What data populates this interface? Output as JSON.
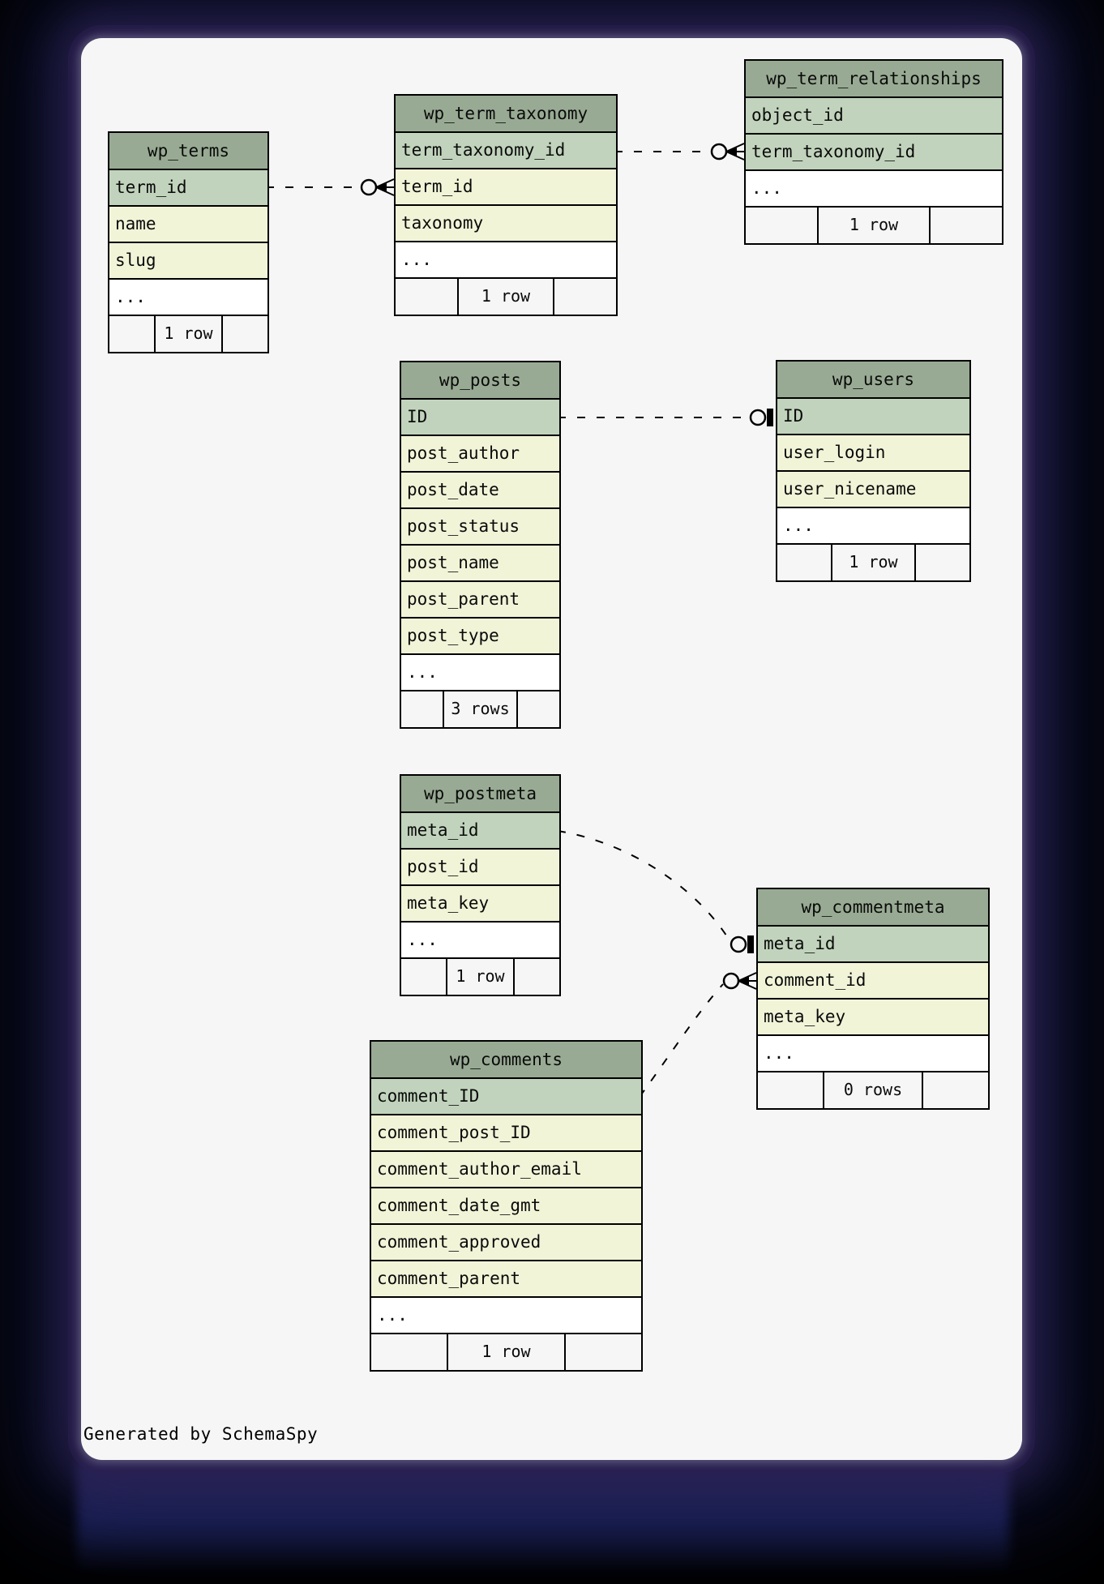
{
  "page": {
    "credit": "Generated by SchemaSpy"
  },
  "colors": {
    "page_background": "#000000",
    "glow_purple": "#2b2150",
    "glow_blue": "#1d2566",
    "card_background": "#f6f6f6",
    "table_border": "#000000",
    "header_fill": "#98aa93",
    "key_column_fill": "#c1d3bc",
    "column_fill": "#f2f4d8",
    "ellipsis_row_fill": "#ffffff",
    "footer_fill": "#f6f6f6",
    "text": "#0a0a0a",
    "line": "#000000"
  },
  "tables": [
    {
      "id": "wp_terms",
      "title": "wp_terms",
      "row_count": "1 row",
      "columns": [
        {
          "name": "term_id",
          "kind": "key"
        },
        {
          "name": "name",
          "kind": "col"
        },
        {
          "name": "slug",
          "kind": "col"
        },
        {
          "name": "...",
          "kind": "more"
        }
      ]
    },
    {
      "id": "wp_term_taxonomy",
      "title": "wp_term_taxonomy",
      "row_count": "1 row",
      "columns": [
        {
          "name": "term_taxonomy_id",
          "kind": "key"
        },
        {
          "name": "term_id",
          "kind": "col"
        },
        {
          "name": "taxonomy",
          "kind": "col"
        },
        {
          "name": "...",
          "kind": "more"
        }
      ]
    },
    {
      "id": "wp_term_relationships",
      "title": "wp_term_relationships",
      "row_count": "1 row",
      "columns": [
        {
          "name": "object_id",
          "kind": "key"
        },
        {
          "name": "term_taxonomy_id",
          "kind": "key"
        },
        {
          "name": "...",
          "kind": "more"
        }
      ]
    },
    {
      "id": "wp_posts",
      "title": "wp_posts",
      "row_count": "3 rows",
      "columns": [
        {
          "name": "ID",
          "kind": "key"
        },
        {
          "name": "post_author",
          "kind": "col"
        },
        {
          "name": "post_date",
          "kind": "col"
        },
        {
          "name": "post_status",
          "kind": "col"
        },
        {
          "name": "post_name",
          "kind": "col"
        },
        {
          "name": "post_parent",
          "kind": "col"
        },
        {
          "name": "post_type",
          "kind": "col"
        },
        {
          "name": "...",
          "kind": "more"
        }
      ]
    },
    {
      "id": "wp_users",
      "title": "wp_users",
      "row_count": "1 row",
      "columns": [
        {
          "name": "ID",
          "kind": "key"
        },
        {
          "name": "user_login",
          "kind": "col"
        },
        {
          "name": "user_nicename",
          "kind": "col"
        },
        {
          "name": "...",
          "kind": "more"
        }
      ]
    },
    {
      "id": "wp_postmeta",
      "title": "wp_postmeta",
      "row_count": "1 row",
      "columns": [
        {
          "name": "meta_id",
          "kind": "key"
        },
        {
          "name": "post_id",
          "kind": "col"
        },
        {
          "name": "meta_key",
          "kind": "col"
        },
        {
          "name": "...",
          "kind": "more"
        }
      ]
    },
    {
      "id": "wp_commentmeta",
      "title": "wp_commentmeta",
      "row_count": "0 rows",
      "columns": [
        {
          "name": "meta_id",
          "kind": "key"
        },
        {
          "name": "comment_id",
          "kind": "col"
        },
        {
          "name": "meta_key",
          "kind": "col"
        },
        {
          "name": "...",
          "kind": "more"
        }
      ]
    },
    {
      "id": "wp_comments",
      "title": "wp_comments",
      "row_count": "1 row",
      "columns": [
        {
          "name": "comment_ID",
          "kind": "key"
        },
        {
          "name": "comment_post_ID",
          "kind": "col"
        },
        {
          "name": "comment_author_email",
          "kind": "col"
        },
        {
          "name": "comment_date_gmt",
          "kind": "col"
        },
        {
          "name": "comment_approved",
          "kind": "col"
        },
        {
          "name": "comment_parent",
          "kind": "col"
        },
        {
          "name": "...",
          "kind": "more"
        }
      ]
    }
  ],
  "relationships": [
    {
      "from": "wp_terms.term_id",
      "to": "wp_term_taxonomy.term_id",
      "marker": "circle-crowfoot"
    },
    {
      "from": "wp_term_taxonomy.term_taxonomy_id",
      "to": "wp_term_relationships.term_taxonomy_id",
      "marker": "circle-crowfoot"
    },
    {
      "from": "wp_posts.ID",
      "to": "wp_users.ID",
      "marker": "circle-bar"
    },
    {
      "from": "wp_postmeta.meta_id",
      "to": "wp_commentmeta.meta_id",
      "marker": "circle-bar"
    },
    {
      "from": "wp_comments.comment_ID",
      "to": "wp_commentmeta.comment_id",
      "marker": "circle-crowfoot"
    }
  ]
}
